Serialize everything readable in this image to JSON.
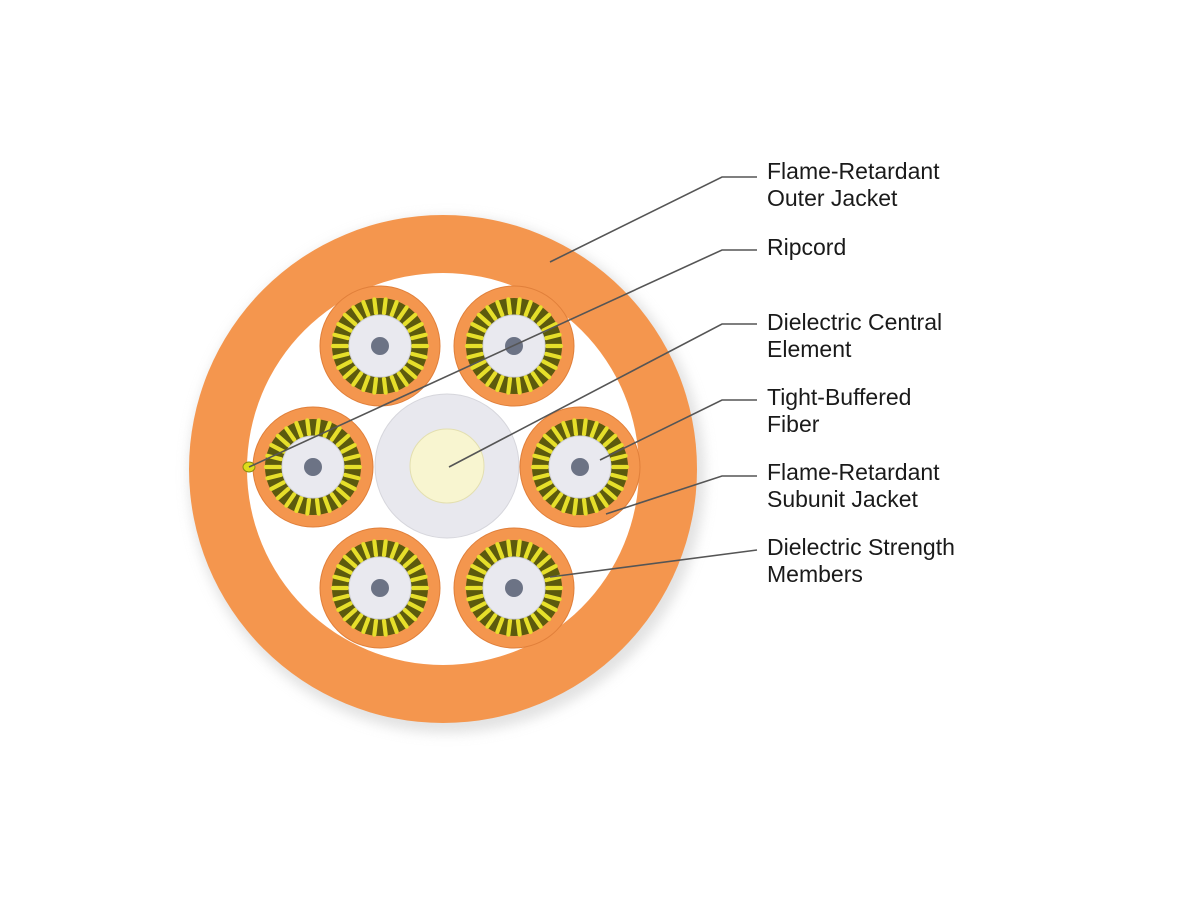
{
  "colors": {
    "outer_jacket": "#f4964e",
    "outer_jacket_shadow": "#cfcfcf",
    "core_fill": "#ffffff",
    "subunit_jacket": "#f4964e",
    "strength_member_dark": "#5c5a0e",
    "strength_member_light": "#e6df2a",
    "buffer": "#e9e9ef",
    "fiber_core": "#6c7385",
    "central_element_outer": "#e8e8ee",
    "central_element_inner": "#f8f5d0",
    "ripcord": "#dddd1a",
    "leader_line": "#555555"
  },
  "labels": [
    {
      "id": "outer-jacket",
      "lines": [
        "Flame-Retardant",
        "Outer Jacket"
      ]
    },
    {
      "id": "ripcord",
      "lines": [
        "Ripcord"
      ]
    },
    {
      "id": "central-element",
      "lines": [
        "Dielectric Central",
        "Element"
      ]
    },
    {
      "id": "tight-buffered-fiber",
      "lines": [
        "Tight-Buffered",
        "Fiber"
      ]
    },
    {
      "id": "subunit-jacket",
      "lines": [
        "Flame-Retardant",
        "Subunit Jacket"
      ]
    },
    {
      "id": "strength-members",
      "lines": [
        "Dielectric Strength",
        "Members"
      ]
    }
  ]
}
